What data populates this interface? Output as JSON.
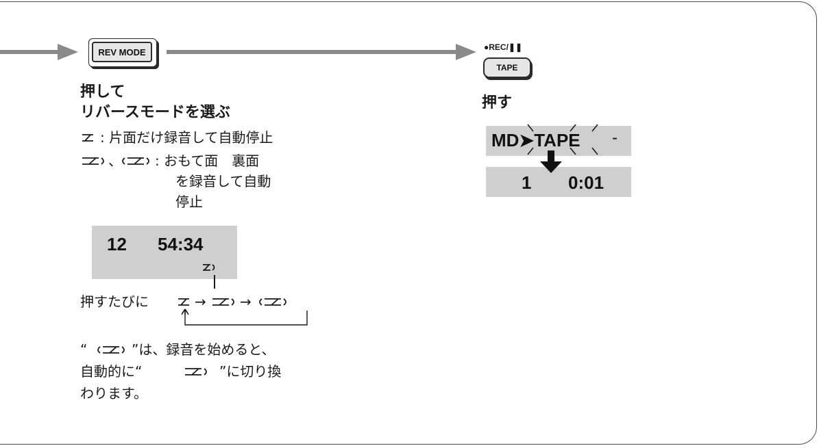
{
  "left": {
    "button_label": "REV MODE",
    "heading_line1": "押して",
    "heading_line2": "リバースモードを選ぶ",
    "desc1": ": 片面だけ録音して自動停止",
    "desc2_sep": "、",
    "desc2_a": ": おもて面　裏面",
    "desc2_b": "を録音して自動",
    "desc2_c": "停止",
    "display": {
      "track": "12",
      "time": "54:34"
    },
    "cycle_label": "押すたびに",
    "cycle_arrow1": "→",
    "cycle_arrow2": "→",
    "note_line1_a": "“",
    "note_line1_b": "”は、録音を始めると、",
    "note_line2_a": "自動的に“",
    "note_line2_b": "”に切り換",
    "note_line3": "わります。"
  },
  "right": {
    "rec_label": "●REC/❚❚",
    "button_label": "TAPE",
    "heading": "押す",
    "display": {
      "mode_text": "MD➤TAPE",
      "blink_mark": "-",
      "track": "1",
      "time": "0:01"
    }
  },
  "colors": {
    "arrow": "#8a8a8a",
    "lcd": "#cfcfcf",
    "border": "#4a4a4a"
  }
}
